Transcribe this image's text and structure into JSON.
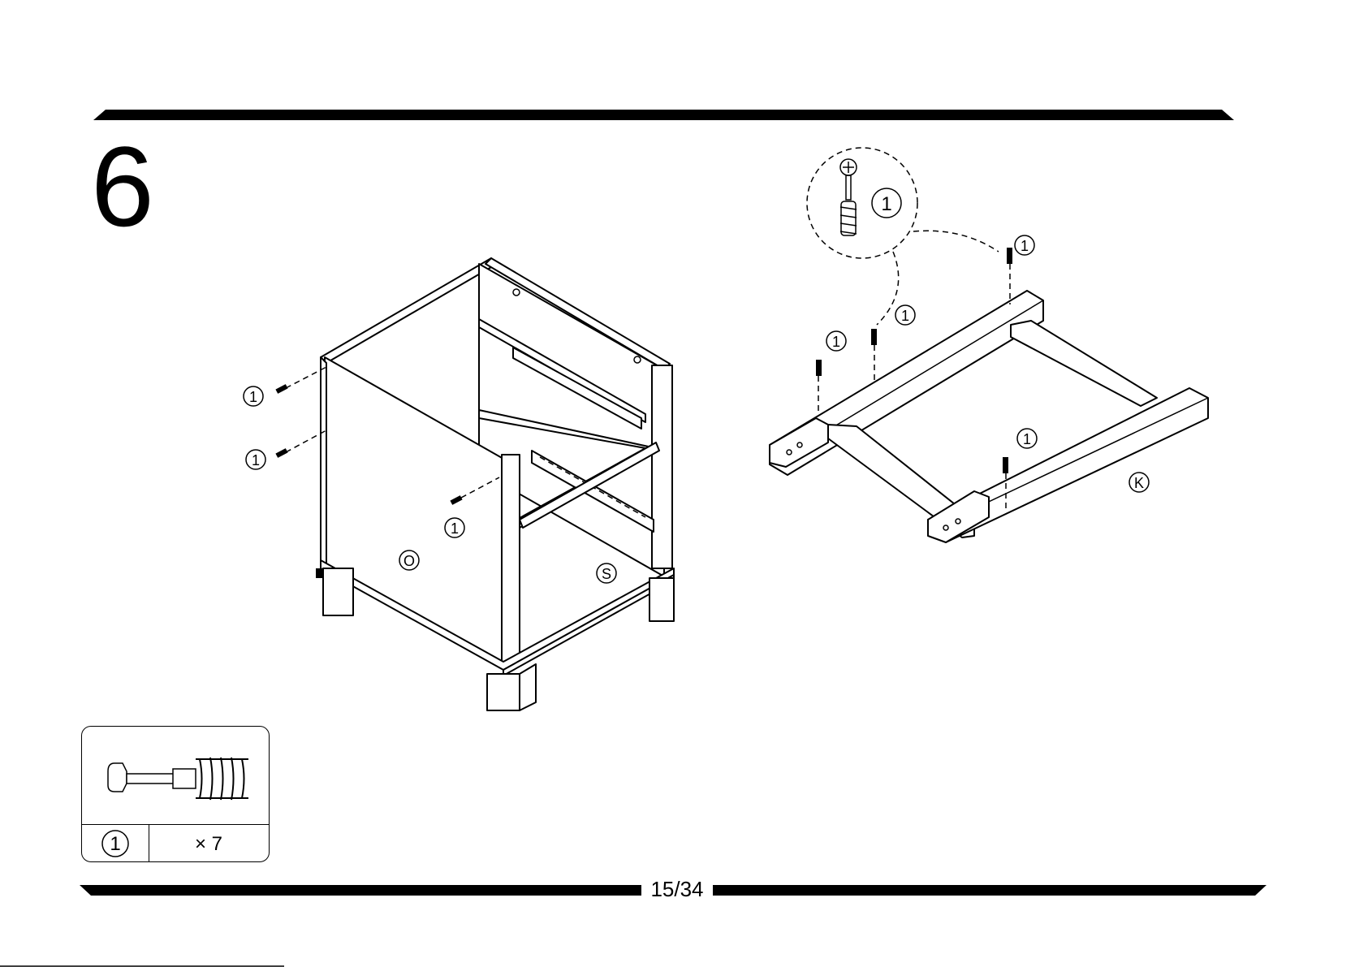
{
  "step": {
    "number": "6"
  },
  "page": {
    "number": "15/34"
  },
  "callouts": {
    "part_ref": "1",
    "panel_o": "O",
    "panel_s": "S",
    "frame_k": "K"
  },
  "parts_box": {
    "part_id": "1",
    "quantity": "× 7"
  },
  "colors": {
    "ink": "#000000",
    "paper": "#ffffff"
  }
}
